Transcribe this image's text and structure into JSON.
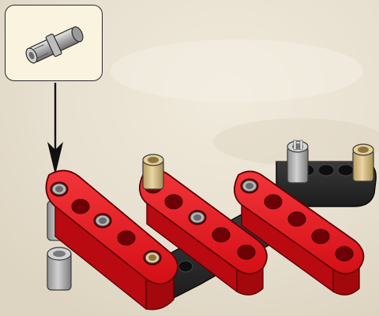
{
  "instruction_step": {
    "callout_part": {
      "icon": "technic-pin-gray",
      "quantity": 1
    },
    "arrow_icon": "down-arrow",
    "colors": {
      "background": "#ece5d6",
      "callout_fill": "#faf3e0",
      "beam_red": "#e8141b",
      "beam_black": "#222222",
      "pin_gray": "#b8b8b8",
      "pin_tan": "#d7c08a"
    },
    "assembly": {
      "red_beams": 3,
      "black_beams": 2,
      "beam_holes": 5
    }
  }
}
